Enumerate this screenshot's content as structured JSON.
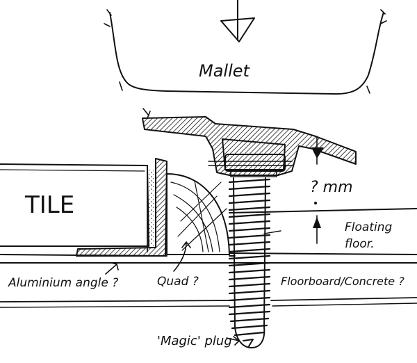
{
  "labels": {
    "mallet": "Mallet",
    "tile": "TILE",
    "gap": "? mm",
    "floating_floor_line1": "Floating",
    "floating_floor_line2": "floor.",
    "aluminium_angle": "Aluminium angle ?",
    "quad": "Quad ?",
    "floorboard": "Floorboard/Concrete ?",
    "plug": "'Magic' plug"
  }
}
